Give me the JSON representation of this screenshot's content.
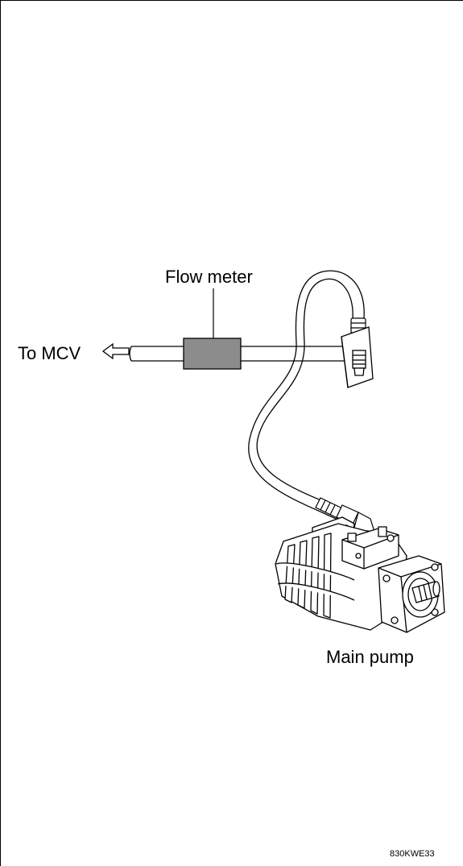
{
  "labels": {
    "flow_meter": "Flow meter",
    "to_mcv": "To MCV",
    "main_pump": "Main pump",
    "figure_code": "830KWE33"
  },
  "colors": {
    "flow_meter_body": "#8c8c8c",
    "line": "#000000",
    "background": "#ffffff"
  }
}
